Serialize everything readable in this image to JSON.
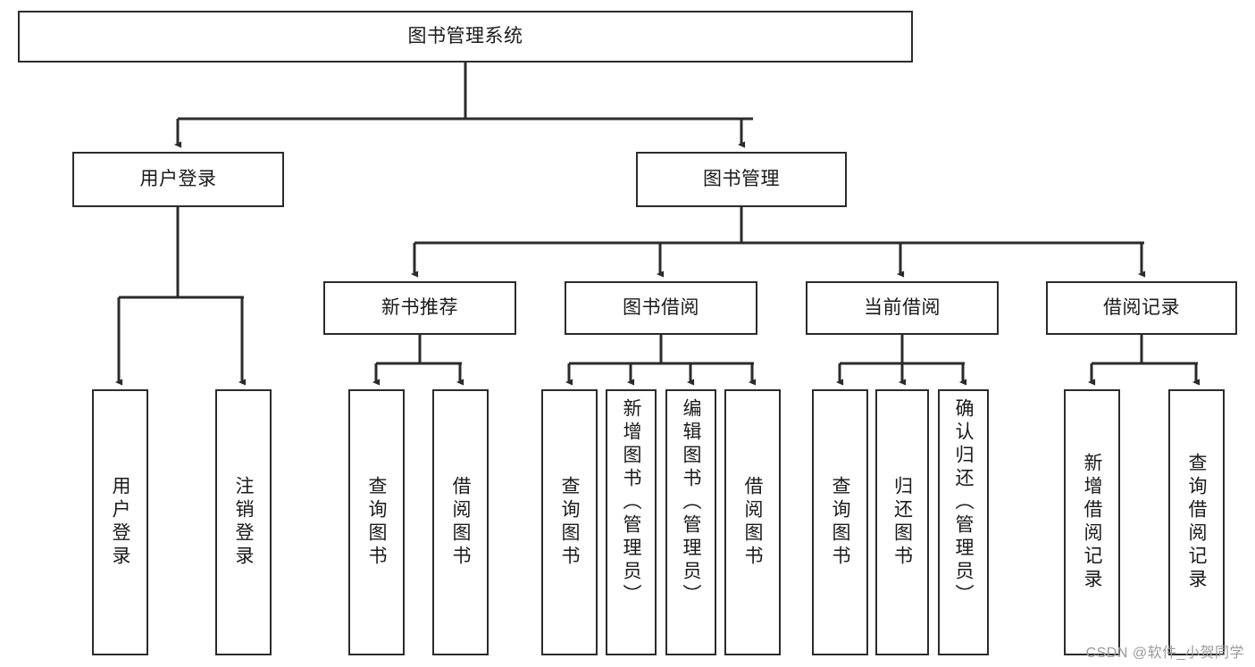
{
  "diagram": {
    "title": "图书管理系统",
    "type": "tree-hierarchy-chart",
    "root": {
      "label": "图书管理系统"
    },
    "level2": [
      {
        "label": "用户登录"
      },
      {
        "label": "图书管理"
      }
    ],
    "level3": [
      {
        "label": "新书推荐"
      },
      {
        "label": "图书借阅"
      },
      {
        "label": "当前借阅"
      },
      {
        "label": "借阅记录"
      }
    ],
    "leaves": {
      "user_login": [
        {
          "label": "用户登录"
        },
        {
          "label": "注销登录"
        }
      ],
      "new_book_recommend": [
        {
          "label": "查询图书"
        },
        {
          "label": "借阅图书"
        }
      ],
      "book_borrow": [
        {
          "label": "查询图书"
        },
        {
          "label": "新增图书（管理员）"
        },
        {
          "label": "编辑图书（管理员）"
        },
        {
          "label": "借阅图书"
        }
      ],
      "current_borrow": [
        {
          "label": "查询图书"
        },
        {
          "label": "归还图书"
        },
        {
          "label": "确认归还（管理员）"
        }
      ],
      "borrow_record": [
        {
          "label": "新增借阅记录"
        },
        {
          "label": "查询借阅记录"
        }
      ]
    }
  },
  "watermark": {
    "text": "CSDN @软件_小贺同学"
  },
  "colors": {
    "stroke": "#2b2b2b",
    "fill": "#ffffff",
    "text": "#1a1a1a",
    "watermark": "#9a9a9a"
  }
}
